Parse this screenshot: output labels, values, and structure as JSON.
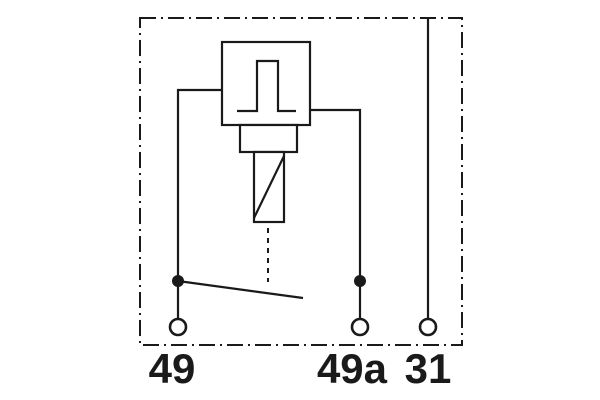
{
  "diagram": {
    "kind": "relay-internal-circuit-schematic",
    "colors": {
      "line": "#1a1a1a",
      "background": "#ffffff"
    },
    "symbols": [
      "housing-outline-dashdot",
      "pulse-generator-symbol",
      "relay-coil-symbol",
      "actuation-dashed-link",
      "switch-contact-symbol",
      "terminal-circle"
    ],
    "terminals": [
      {
        "label": "49"
      },
      {
        "label": "49a"
      },
      {
        "label": "31"
      }
    ]
  }
}
